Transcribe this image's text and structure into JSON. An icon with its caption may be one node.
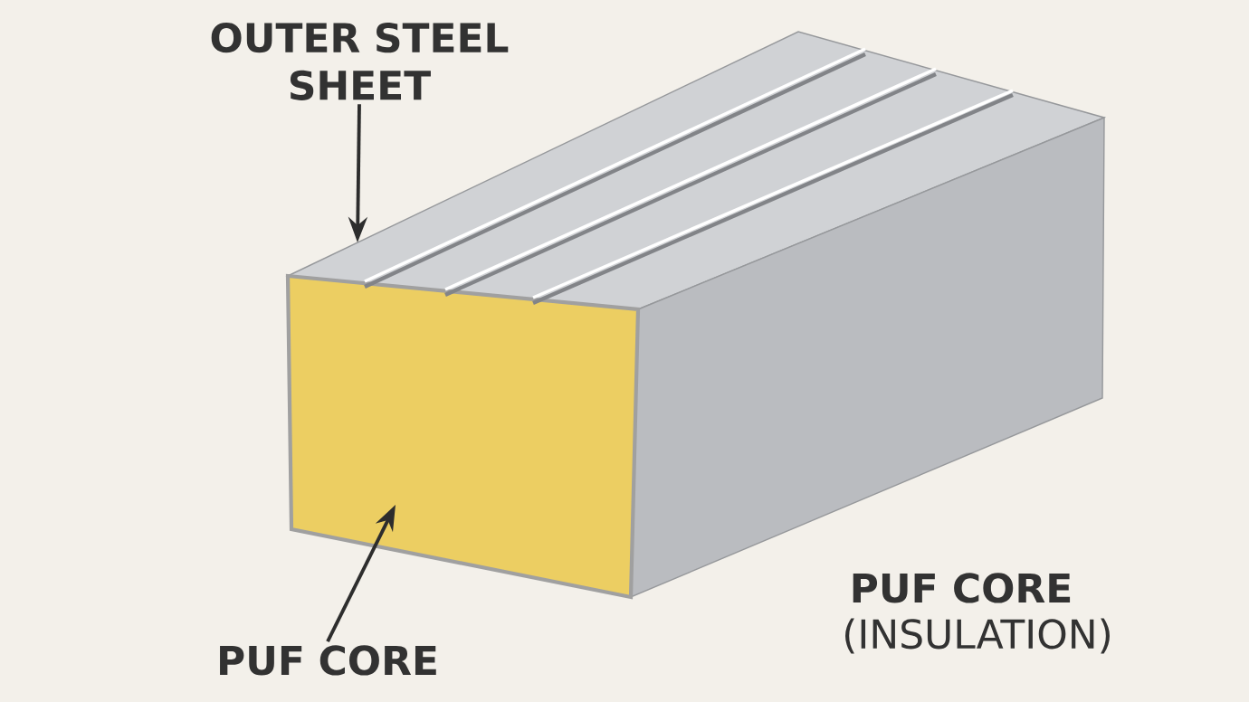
{
  "diagram": {
    "nodes": [
      {
        "text": [
          "OUTER STEEL SHEET"
        ]
      },
      {
        "text": [
          "PUF CORE"
        ]
      }
    ],
    "edges": [
      {
        "from": 0,
        "to": null,
        "arrow": "to"
      },
      {
        "from": 1,
        "to": null,
        "arrow": "to"
      }
    ],
    "labels": [
      "PUF CORE",
      "(INSULATION)"
    ]
  }
}
